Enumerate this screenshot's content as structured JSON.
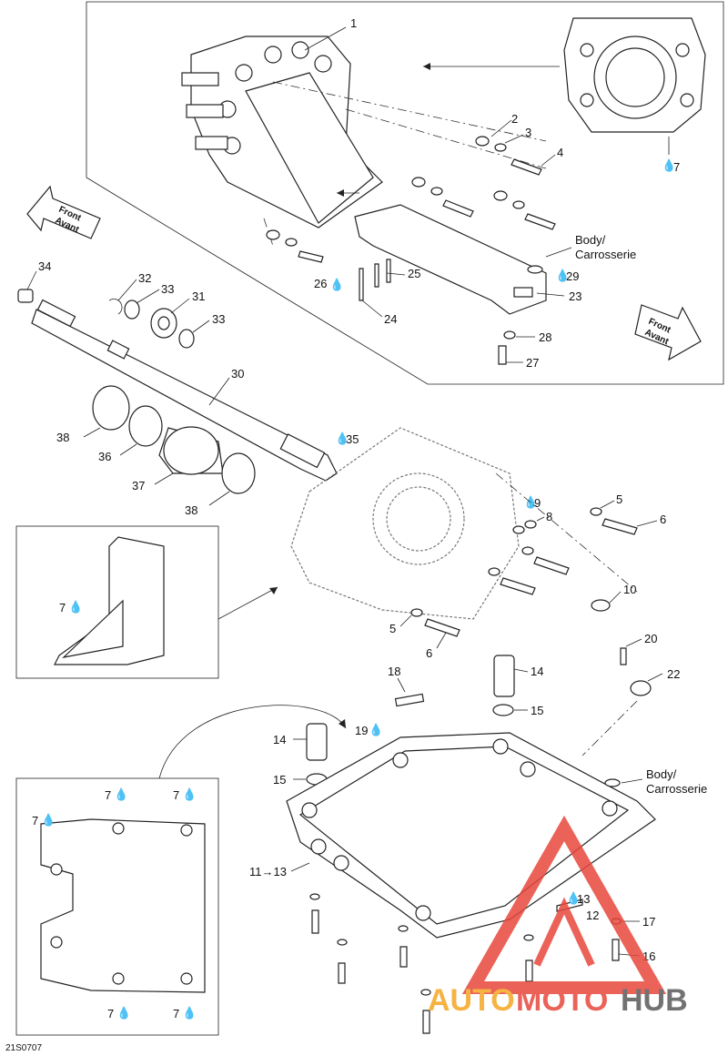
{
  "labels": {
    "p1": "1",
    "p2": "2",
    "p3": "3",
    "p4": "4",
    "p7_top": "7",
    "p5a": "5",
    "p5b": "5",
    "p6a": "6",
    "p6b": "6",
    "p8": "8",
    "p9": "9",
    "p10": "10",
    "p11_13": "11→13",
    "p12": "12",
    "p13": "13",
    "p14a": "14",
    "p14b": "14",
    "p15a": "15",
    "p15b": "15",
    "p16": "16",
    "p17": "17",
    "p18": "18",
    "p19": "19",
    "p20": "20",
    "p22": "22",
    "p23": "23",
    "p24": "24",
    "p25": "25",
    "p26": "26",
    "p27": "27",
    "p28": "28",
    "p29": "29",
    "p30": "30",
    "p31": "31",
    "p32": "32",
    "p33a": "33",
    "p33b": "33",
    "p34": "34",
    "p35": "35",
    "p36": "36",
    "p37": "37",
    "p38a": "38",
    "p38b": "38",
    "inset_left_7": "7",
    "inset_plate_7a": "7",
    "inset_plate_7b": "7",
    "inset_plate_7c": "7",
    "inset_plate_7d": "7",
    "inset_plate_7e": "7"
  },
  "body_label_1": [
    "Body/",
    "Carrosserie"
  ],
  "body_label_2": [
    "Body/",
    "Carrosserie"
  ],
  "front_arrow_1": [
    "Front",
    "Avant"
  ],
  "front_arrow_2": [
    "Front",
    "Avant"
  ],
  "diagram_code": "21S0707",
  "watermark": {
    "part1": "AUTO",
    "part2": "MOTO",
    "part3": "HUB"
  },
  "colors": {
    "line": "#222222",
    "watermark_orange": "#f5a623",
    "watermark_red": "#e8473d",
    "watermark_gray": "#5a5a5a"
  }
}
